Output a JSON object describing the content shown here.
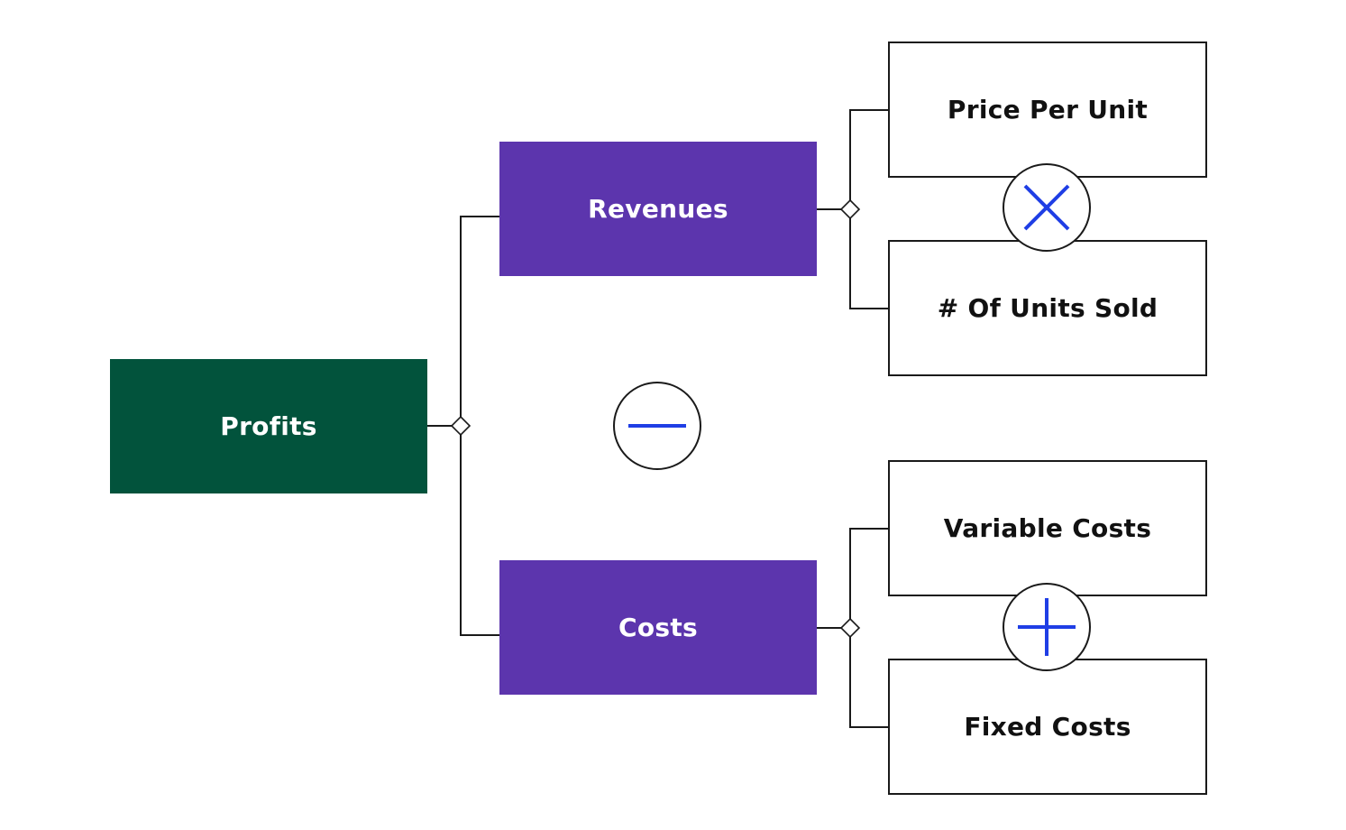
{
  "colors": {
    "profits_fill": "#02533c",
    "branch_fill": "#5c35ad",
    "operator_stroke": "#1f3ee5",
    "connector": "#1a1a1a"
  },
  "nodes": {
    "profits": "Profits",
    "revenues": "Revenues",
    "costs": "Costs",
    "price_per_unit": "Price Per Unit",
    "units_sold": "# Of Units Sold",
    "variable_costs": "Variable Costs",
    "fixed_costs": "Fixed Costs"
  },
  "operators": {
    "profits": "minus-icon",
    "revenues": "multiply-icon",
    "costs": "plus-icon"
  }
}
